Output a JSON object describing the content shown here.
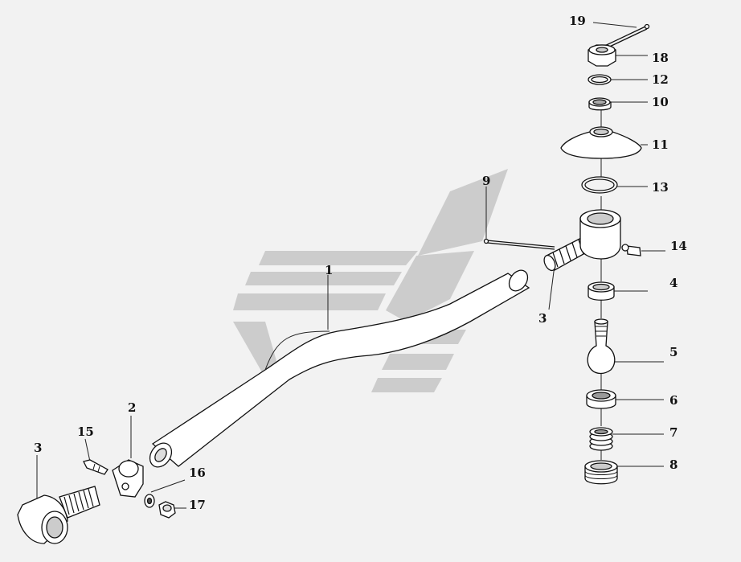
{
  "colors": {
    "background": "#f2f2f2",
    "watermark": "#c8c8c8",
    "ink": "#111111",
    "fill": "#ffffff"
  },
  "callouts": [
    {
      "id": "c19",
      "text": "19"
    },
    {
      "id": "c18",
      "text": "18"
    },
    {
      "id": "c12",
      "text": "12"
    },
    {
      "id": "c10",
      "text": "10"
    },
    {
      "id": "c11",
      "text": "11"
    },
    {
      "id": "c9",
      "text": "9"
    },
    {
      "id": "c13",
      "text": "13"
    },
    {
      "id": "c14",
      "text": "14"
    },
    {
      "id": "c1",
      "text": "1"
    },
    {
      "id": "c4",
      "text": "4"
    },
    {
      "id": "c3r",
      "text": "3"
    },
    {
      "id": "c5",
      "text": "5"
    },
    {
      "id": "c2",
      "text": "2"
    },
    {
      "id": "c6",
      "text": "6"
    },
    {
      "id": "c15",
      "text": "15"
    },
    {
      "id": "c3l",
      "text": "3"
    },
    {
      "id": "c7",
      "text": "7"
    },
    {
      "id": "c16",
      "text": "16"
    },
    {
      "id": "c8",
      "text": "8"
    },
    {
      "id": "c17",
      "text": "17"
    }
  ]
}
